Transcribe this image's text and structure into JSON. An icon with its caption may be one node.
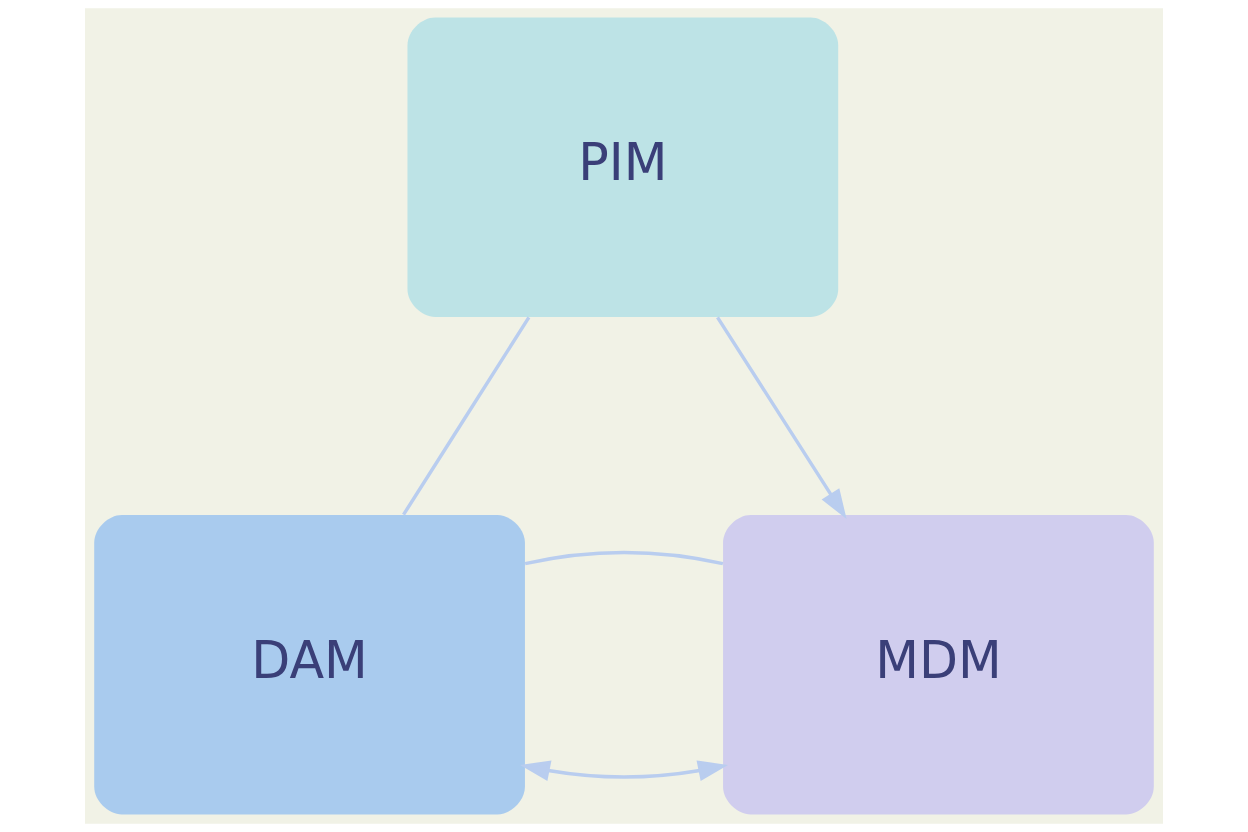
{
  "diagram": {
    "nodes": [
      {
        "text": [
          "PIM"
        ]
      },
      {
        "text": [
          "DAM"
        ]
      },
      {
        "text": [
          "MDM"
        ]
      }
    ],
    "edges": [
      {
        "from": 0,
        "to": 2,
        "arrow": "to"
      },
      {
        "from": 1,
        "to": 2,
        "arrow": "both"
      },
      {
        "from": 1,
        "to": 0,
        "arrow": "none"
      },
      {
        "from": 1,
        "to": 2,
        "arrow": "none"
      }
    ]
  }
}
